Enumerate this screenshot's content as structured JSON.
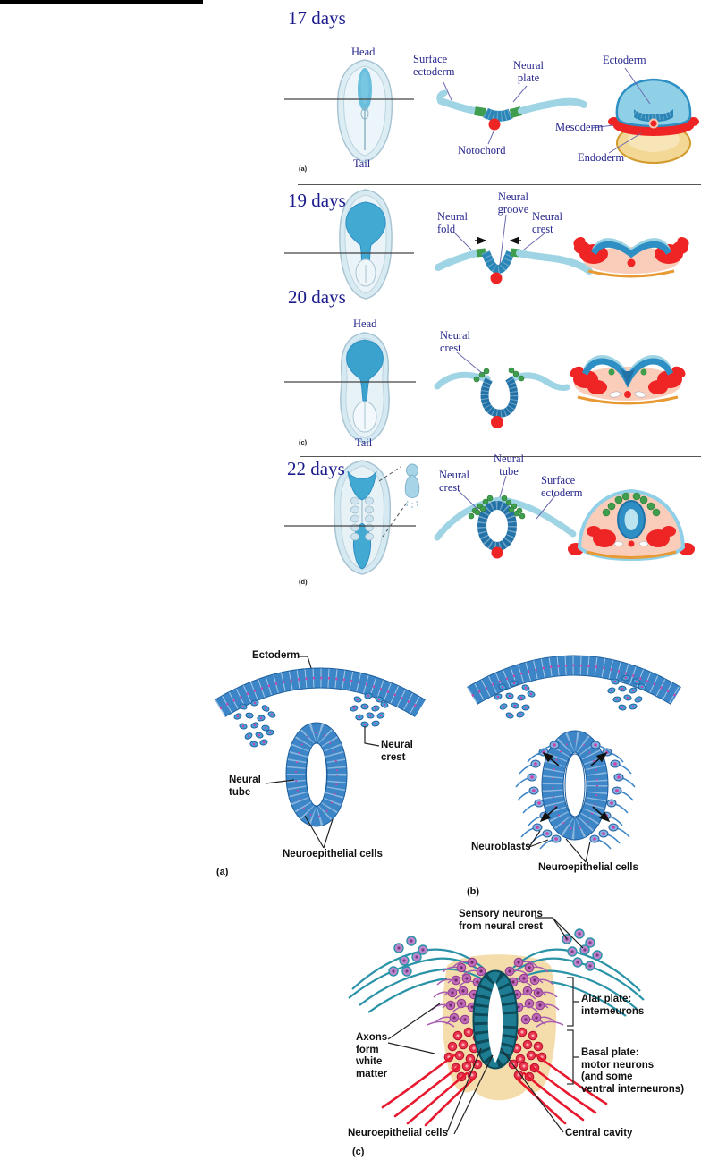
{
  "colors": {
    "label_navy": "#28288e",
    "label_black": "#111111",
    "notochord_red": "#ee2524",
    "mesoderm_red": "#ee2524",
    "ectoderm_blue": "#2e8fc4",
    "neural_crest_green": "#3f9e4d",
    "endoderm_tan": "#f2d795",
    "cell_blue": "#3c86c8",
    "nucleus_magenta": "#cc44aa",
    "tube_teal": "#1e7d92",
    "interneuron_purple": "#c06ab8",
    "motor_neuron_red": "#e8334a",
    "cord_body_tan": "#f4dcab"
  },
  "neurulation": {
    "stage_17": {
      "heading": "17 days",
      "panel_letter": "(a)",
      "head": "Head",
      "tail": "Tail",
      "surface_ectoderm": "Surface\nectoderm",
      "neural_plate": "Neural\nplate",
      "notochord": "Notochord",
      "ectoderm": "Ectoderm",
      "mesoderm": "Mesoderm",
      "endoderm": "Endoderm"
    },
    "stage_19": {
      "heading": "19 days",
      "neural_fold": "Neural\nfold",
      "neural_groove": "Neural\ngroove",
      "neural_crest": "Neural\ncrest"
    },
    "stage_20": {
      "heading": "20 days",
      "panel_letter": "(c)",
      "head": "Head",
      "tail": "Tail",
      "neural_crest": "Neural\ncrest"
    },
    "stage_22": {
      "heading": "22 days",
      "panel_letter": "(d)",
      "neural_crest": "Neural\ncrest",
      "neural_tube": "Neural\ntube",
      "surface_ectoderm": "Surface\nectoderm"
    }
  },
  "differentiation": {
    "panel_a": {
      "panel_letter": "(a)",
      "ectoderm": "Ectoderm",
      "neural_crest": "Neural\ncrest",
      "neural_tube": "Neural\ntube",
      "neuroepithelial_cells": "Neuroepithelial cells"
    },
    "panel_b": {
      "panel_letter": "(b)",
      "neuroblasts": "Neuroblasts",
      "neuroepithelial_cells": "Neuroepithelial cells"
    },
    "panel_c": {
      "panel_letter": "(c)",
      "sensory_neurons": "Sensory neurons\nfrom neural crest",
      "alar_plate": "Alar plate:\ninterneurons",
      "axons": "Axons\nform\nwhite\nmatter",
      "basal_plate": "Basal plate:\nmotor neurons\n(and some\nventral interneurons)",
      "neuroepithelial_cells": "Neuroepithelial cells",
      "central_cavity": "Central cavity"
    }
  }
}
